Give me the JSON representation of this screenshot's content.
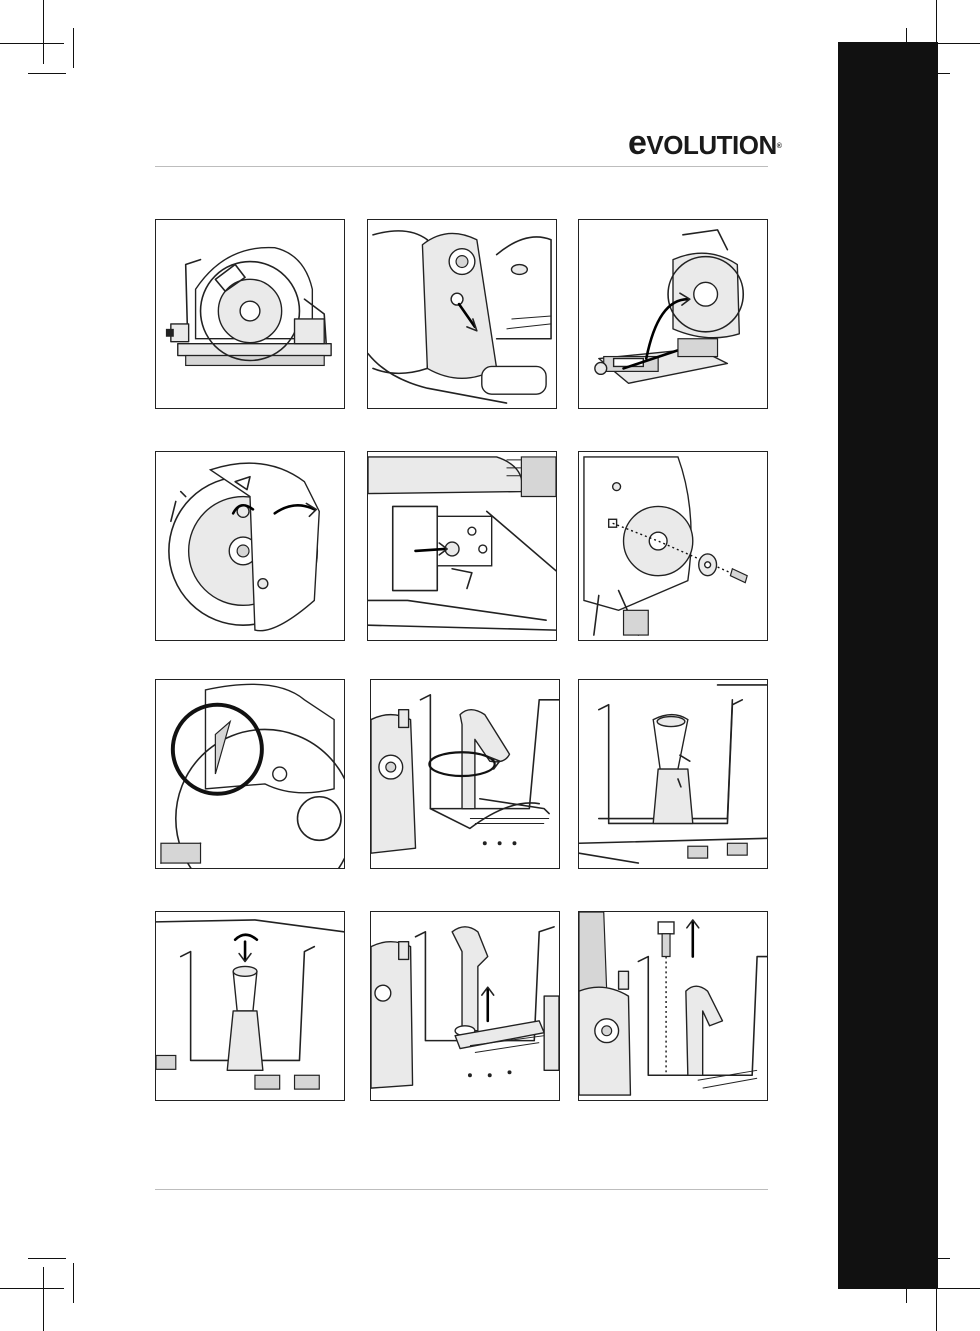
{
  "brand": {
    "logo_initial": "e",
    "logo_rest": "VOLUTION",
    "logo_mark": "®"
  },
  "figures": [
    {
      "id": 1,
      "subject": "saw-side-view"
    },
    {
      "id": 2,
      "subject": "pivot-pin"
    },
    {
      "id": 3,
      "subject": "vice-open"
    },
    {
      "id": 4,
      "subject": "guard-open"
    },
    {
      "id": 5,
      "subject": "spindle-lock"
    },
    {
      "id": 6,
      "subject": "blade-removal"
    },
    {
      "id": 7,
      "subject": "rotation-arrow"
    },
    {
      "id": 8,
      "subject": "fence-lever"
    },
    {
      "id": 9,
      "subject": "fence-handle"
    },
    {
      "id": 10,
      "subject": "handle-screw"
    },
    {
      "id": 11,
      "subject": "fence-lift"
    },
    {
      "id": 12,
      "subject": "bolt-remove"
    }
  ],
  "colors": {
    "ink": "#222222",
    "tab": "#111111",
    "rule": "#bdbdbd"
  }
}
